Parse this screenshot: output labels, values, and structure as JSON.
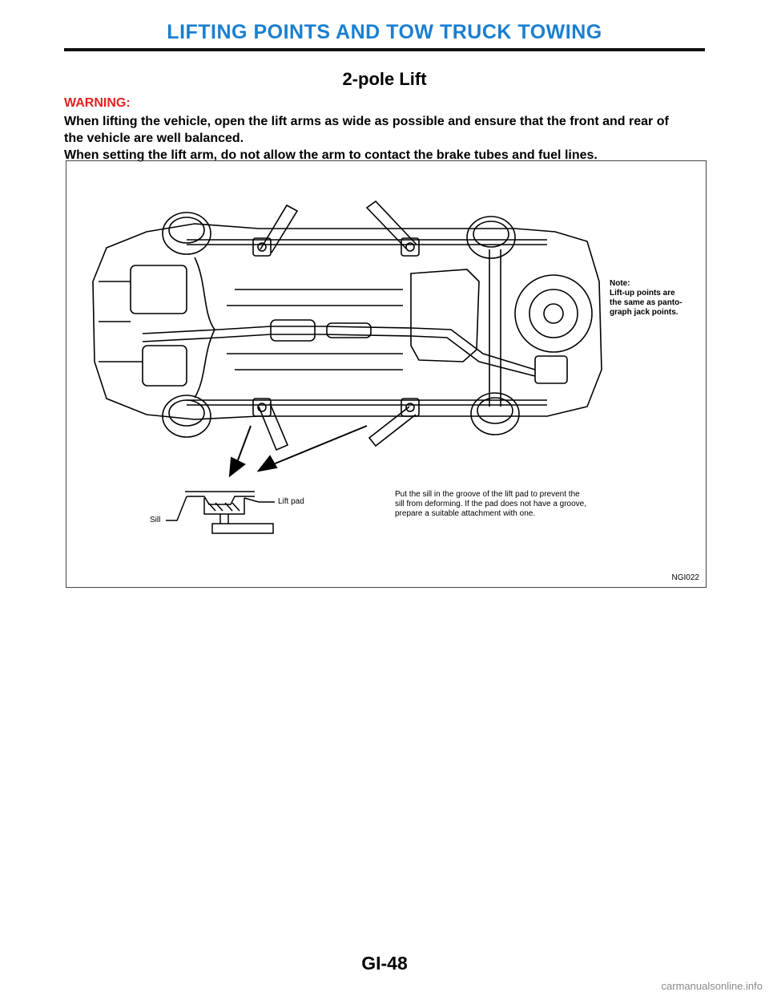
{
  "header": {
    "title": "LIFTING POINTS AND TOW TRUCK TOWING"
  },
  "section": {
    "title": "2-pole Lift"
  },
  "warning": {
    "label": "WARNING:",
    "lines": [
      "When lifting the vehicle, open the lift arms as wide as possible and ensure that the front and rear of",
      "the vehicle are well balanced.",
      "When setting the lift arm, do not allow the arm to contact the brake tubes and fuel lines."
    ]
  },
  "figure": {
    "note_lines": [
      "Note:",
      "Lift-up points are",
      "the same as panto-",
      "graph jack points."
    ],
    "pad_note_lines": [
      "Put the sill in the groove of the lift pad to prevent the",
      "sill from deforming. If the pad does not have a groove,",
      "prepare a suitable attachment with one."
    ],
    "label_lift_pad": "Lift pad",
    "label_sill": "Sill",
    "figure_id": "NGI022"
  },
  "footer": {
    "page_number": "GI-48",
    "watermark": "carmanualsonline.info"
  }
}
